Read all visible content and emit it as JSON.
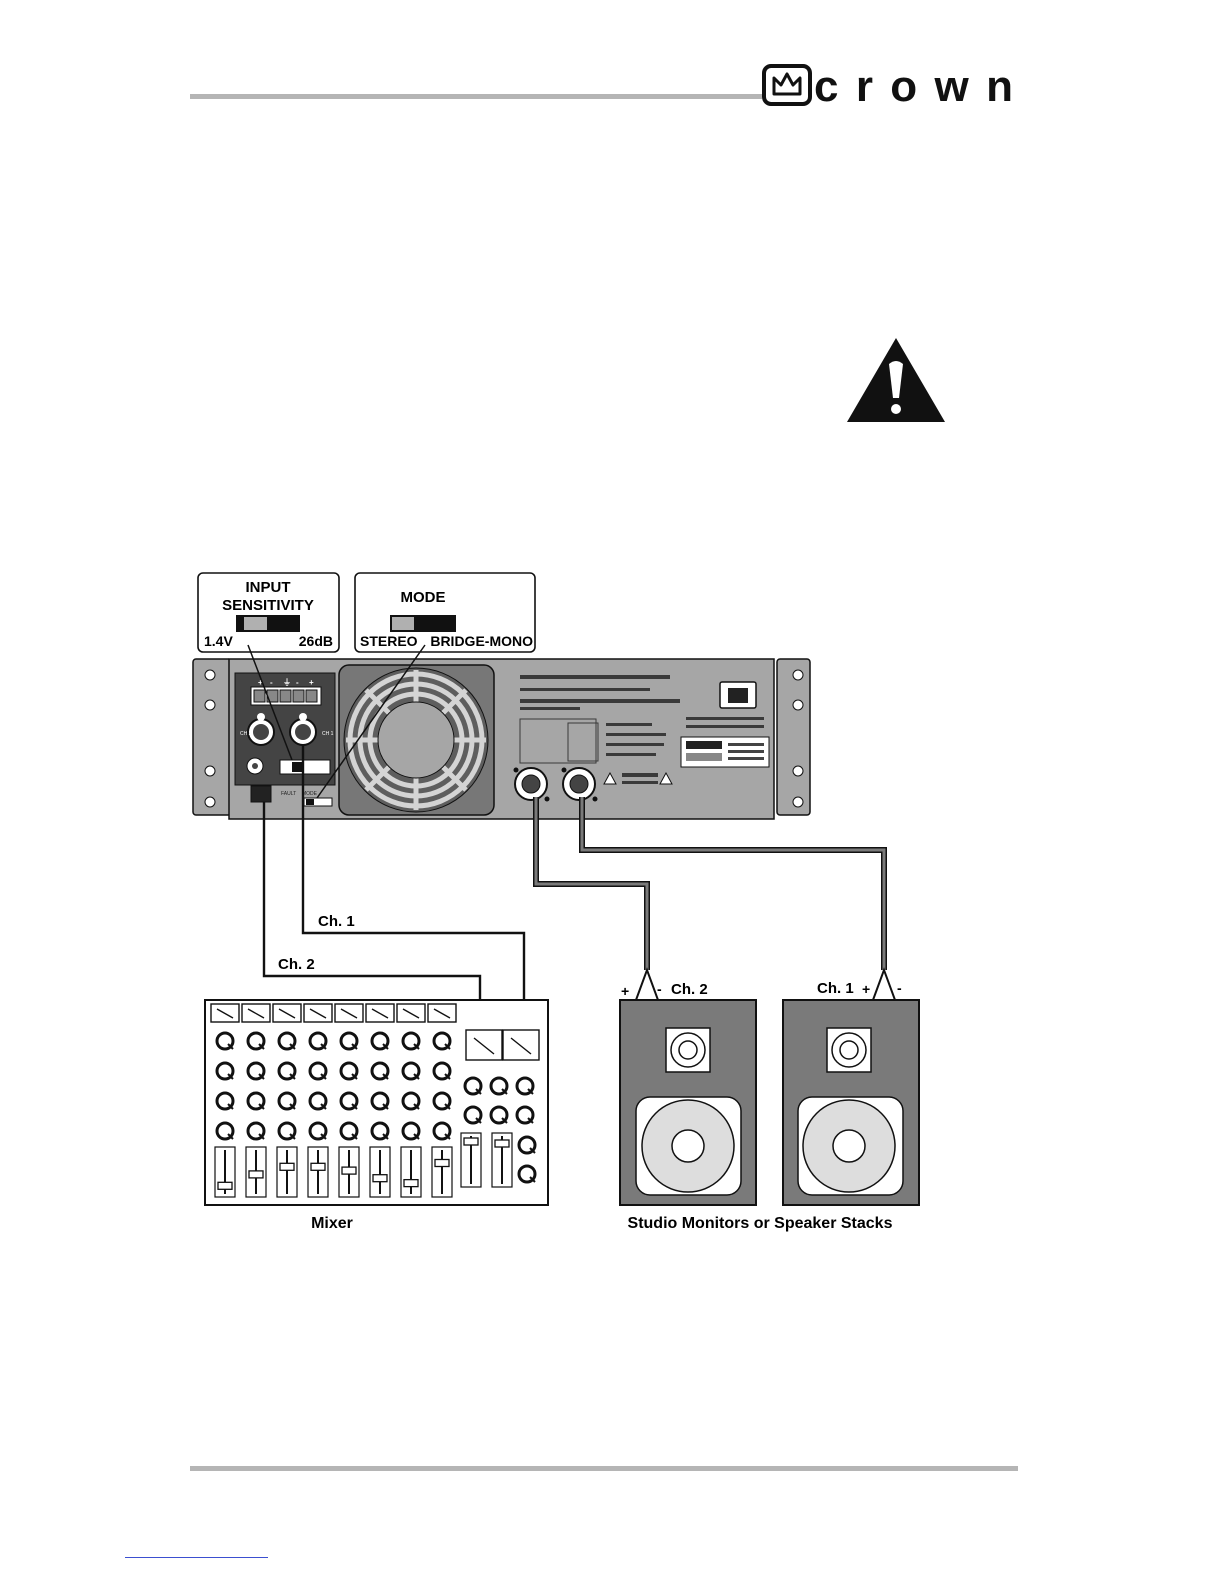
{
  "brand": {
    "logo_text": "crown"
  },
  "warning": {
    "icon": "warning-triangle-icon"
  },
  "diagram": {
    "input_sensitivity": {
      "title_line1": "INPUT",
      "title_line2": "SENSITIVITY",
      "left_label": "1.4V",
      "right_label": "26dB"
    },
    "mode": {
      "title": "MODE",
      "left_label": "STEREO",
      "right_label": "BRIDGE-MONO"
    },
    "cables": {
      "ch1": "Ch. 1",
      "ch2": "Ch. 2"
    },
    "speakers": {
      "left": {
        "channel": "Ch. 2",
        "plus": "+",
        "minus": "-"
      },
      "right": {
        "channel": "Ch. 1",
        "plus": "+",
        "minus": "-"
      }
    },
    "captions": {
      "mixer": "Mixer",
      "speakers": "Studio Monitors or Speaker Stacks"
    }
  },
  "colors": {
    "rule": "#b5b5b5",
    "panel": "#a6a6a6",
    "speaker_cabinet": "#7a7a7a",
    "cable": "#6e6e6e"
  }
}
